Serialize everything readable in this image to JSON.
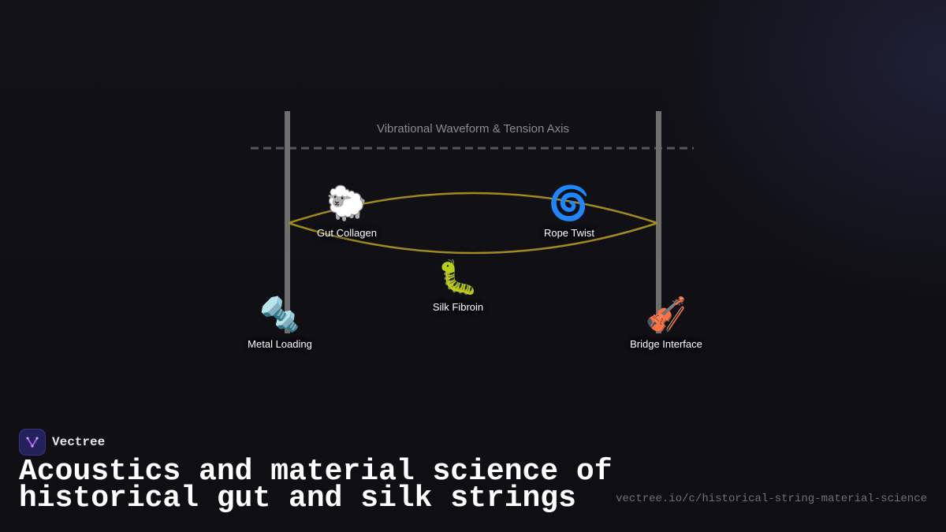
{
  "diagram": {
    "axis_label": "Vibrational Waveform & Tension Axis",
    "nodes": {
      "gut": {
        "icon": "sheep-icon",
        "emoji": "🐑",
        "label": "Gut Collagen"
      },
      "rope": {
        "icon": "cyclone-icon",
        "emoji": "🌀",
        "label": "Rope Twist"
      },
      "silk": {
        "icon": "caterpillar-icon",
        "emoji": "🐛",
        "label": "Silk Fibroin"
      },
      "metal": {
        "icon": "nut-and-bolt-icon",
        "emoji": "🔩",
        "label": "Metal Loading"
      },
      "bridge": {
        "icon": "violin-icon",
        "emoji": "🎻",
        "label": "Bridge Interface"
      }
    },
    "colors": {
      "string_wave": "#a08a1e",
      "posts": "#6e6e6e",
      "axis_dash": "#55555a"
    }
  },
  "brand": {
    "name": "Vectree",
    "logo_icon": "vectree-logo-icon",
    "logo_color": "#9b5de5"
  },
  "title": "Acoustics and material science of historical gut and silk strings",
  "url": "vectree.io/c/historical-string-material-science"
}
